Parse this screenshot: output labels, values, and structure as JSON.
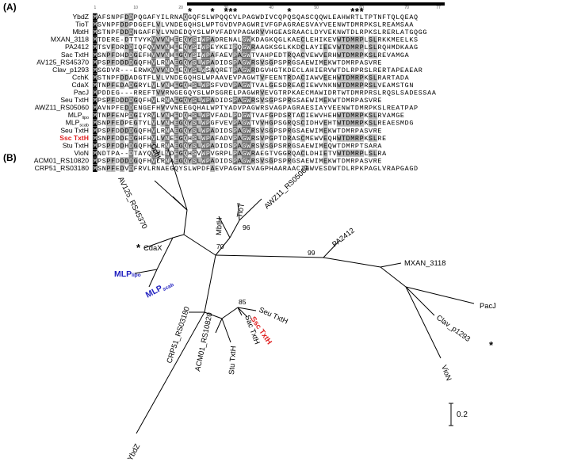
{
  "panel_a": {
    "label": "(A)",
    "ruler": [
      "1",
      "10",
      "20",
      "30",
      "40",
      "50",
      "60",
      "70",
      "77"
    ],
    "stars": [
      "*",
      "*",
      "*",
      "*",
      "*",
      "*",
      "*",
      "*",
      "*"
    ],
    "sequences": [
      {
        "name": "YbdZ",
        "seq": "MAFSNPFDDPQGAFYILRNAQGQFSLWPQQCVLPAGWDIVCQPQSQASCQQWLEAHWRTLTPTNFTQLQEAQ",
        "color": "#000000",
        "sub": ""
      },
      {
        "name": "TioT",
        "seq": "MSVNPFDDPDGEFLVLVNDEGQHSLWPTGVDVPAGWRIVFGPAGRAESVAYVEENWTDMRPKSLREAMSAA",
        "color": "#000000",
        "sub": ""
      },
      {
        "name": "MbtH",
        "seq": "MSTNPFDDDNGAFFVLVNDEDQYSLWPVFADVPAGWRVVHGEASRAACLDYVEKNWTDLRPKSLRERLATGQGG",
        "color": "#000000",
        "sub": ""
      },
      {
        "name": "MXAN_3118",
        "seq": "MTDERE-DTTVYKVVVNHEEQYSIWPADRENALGWKDAGKQGLKAECLEHIKEVWTDMRPLSLRKKMEELKS",
        "color": "#000000",
        "sub": ""
      },
      {
        "name": "PA2412",
        "seq": "MTSVFDRDDIQFQVVVNHEEQYSIWPEYKEIPQGWRAAGKSGLKKDCLAYIEEVWTDMRPLSLRQHMDKAAG",
        "color": "#000000",
        "sub": ""
      },
      {
        "name": "Sac TxtH",
        "seq": "MSNPFDHDDGEFHVVVNHEGQYSIWPAFAEVPAGWTVAHPEDTRQACVEWVERHWTDMRPKSLREVAMGA",
        "color": "#000000",
        "sub": ""
      },
      {
        "name": "AV125_RS45370",
        "seq": "MPSPFDDDDGQFHVLRNAEGQYSLWPADIDSPAGWRSVSGPSPRGSAEWIMEKWTDMRPASVRE",
        "color": "#000000",
        "sub": ""
      },
      {
        "name": "Clav_p1293",
        "seq": "MSGDVR---ERWKVVVNDEEQYSLWSAQRETPAGWRDGVHGTKDECLAHIERVWTDLRPRSLRERTAPEAEAR",
        "color": "#000000",
        "sub": ""
      },
      {
        "name": "CchK",
        "seq": "MSTNPFDDADGTFLVLVNDEGQHSLWPAAVEVPAGWTVFEENTRDACIAWVEEHWTDMRPKSLRARTADA",
        "color": "#000000",
        "sub": ""
      },
      {
        "name": "CdaX",
        "seq": "MTNPFEDADGRYLVLVNHEGQHSLWPSFVDVPAGWTVALGESDREACIEWVNKNWTDMRPRSLVEAMSTGN",
        "color": "#000000",
        "sub": ""
      },
      {
        "name": "PacJ",
        "seq": "MPDDEG---RREFTVVRNGEGQYSLWPSGRELPAGWRVEVGTRPKAECMAWIDRTWTDMRPRSLRQSLSADESSAA",
        "color": "#000000",
        "sub": ""
      },
      {
        "name": "Seu TxtH",
        "seq": "MPSPFDDDDGQFHVLRNAEGQYSLWPADIDSPAGWRSVSGPSPRGSAEWIMEKWTDMRPASVRE",
        "color": "#000000",
        "sub": ""
      },
      {
        "name": "AWZ11_RS05060",
        "seq": "MAVNPFEDDENGEFHVVVNEEGQHALWPTYADVPAGWRSVAGPAGRAESIAYVEENWTDMRPKSLREATPAP",
        "color": "#000000",
        "sub": ""
      },
      {
        "name": "MLP",
        "seq": "MTNPFENPDGIYRVLVNHEDQHSLWPVFADLPDGWTVAFGPDSRTACIEWVHEHWTDMRPKSLRVAMGE",
        "color": "#000000",
        "sub": "lipo"
      },
      {
        "name": "MLP",
        "seq": "MSNPFEDPEGTYLVLVNHEGQYSLWPGFVEVPAGWTVVHGPSGRQSCIDHVEHTWTDMRPKSLREAESMDG",
        "color": "#000000",
        "sub": "scab"
      },
      {
        "name": "Seu TxtH",
        "seq": "MPSPFDDDDGQFHVLRNAEGQYSLWPADIDSPAGWRSVSGPSPRGSAEWIMEKWTDMRPASVRE",
        "color": "#000000",
        "sub": ""
      },
      {
        "name": "Ssc TxtH",
        "seq": "MSNPFDDEDGHFHVLVNEEGQHSLWPAFADVPAGWRSVPGPTDRASCMEWVEQHWTDMRPKSLRE",
        "color": "#e02020",
        "sub": ""
      },
      {
        "name": "Stu TxtH",
        "seq": "MPSPFDDHDGQFHVLRNAEGQYSLWPADIDSPAGWRSVSGPSRRGSAEWIMEQWTDMRPTSARA",
        "color": "#000000",
        "sub": ""
      },
      {
        "name": "VioN",
        "seq": "MNDTPA--DTAYQVVLNDEGQHSVWPVGRPLPAGWRAEGTVGGRQACLDHIETVWTDMRPLSLRA",
        "color": "#000000",
        "sub": ""
      },
      {
        "name": "ACM01_RS10820",
        "seq": "MPSPFDDDDGQFHVLRNAEGQYSLWPADIDSPAGWRSVSGPSPRGSAEWIMEKWTDMRPASVRE",
        "color": "#000000",
        "sub": ""
      },
      {
        "name": "CRP51_RS03180",
        "seq": "MSNPFEDVDFRVLRNAEGQYSLWPDFAEVPAGWTSVAGPHAARAACIEWVESDWTDLRPKPAGLVRAPGAGD",
        "color": "#000000",
        "sub": ""
      }
    ]
  },
  "panel_b": {
    "label": "(B)",
    "leaves": [
      {
        "text": "AV125_RS45370",
        "color": "#000000",
        "sub": ""
      },
      {
        "text": "CchK",
        "color": "#000000",
        "sub": ""
      },
      {
        "text": "CdaX",
        "color": "#000000",
        "sub": ""
      },
      {
        "text": "MLP",
        "color": "#1f1fbf",
        "sub": "lipo"
      },
      {
        "text": "MLP",
        "color": "#1f1fbf",
        "sub": "scab"
      },
      {
        "text": "MbtH",
        "color": "#000000",
        "sub": ""
      },
      {
        "text": "TioT",
        "color": "#000000",
        "sub": ""
      },
      {
        "text": "AWZ11_RS05060",
        "color": "#000000",
        "sub": ""
      },
      {
        "text": "PA2412",
        "color": "#000000",
        "sub": ""
      },
      {
        "text": "MXAN_3118",
        "color": "#000000",
        "sub": ""
      },
      {
        "text": "PacJ",
        "color": "#000000",
        "sub": ""
      },
      {
        "text": "Clav_p1293",
        "color": "#000000",
        "sub": ""
      },
      {
        "text": "VioN",
        "color": "#000000",
        "sub": ""
      },
      {
        "text": "CRP51_RS03180",
        "color": "#000000",
        "sub": ""
      },
      {
        "text": "ACM01_RS10820",
        "color": "#000000",
        "sub": ""
      },
      {
        "text": "Stu TxtH",
        "color": "#000000",
        "sub": ""
      },
      {
        "text": "Sac TxtH",
        "color": "#000000",
        "sub": ""
      },
      {
        "text": "Ssc TxtH",
        "color": "#e02020",
        "sub": ""
      },
      {
        "text": "Seu TxtH",
        "color": "#000000",
        "sub": ""
      },
      {
        "text": "YbdZ",
        "color": "#000000",
        "sub": ""
      }
    ],
    "bootstrap": [
      "70",
      "96",
      "99",
      "85"
    ],
    "markers": [
      "*",
      "*"
    ],
    "scale_label": "0.2"
  },
  "colors": {
    "identity": "#000000",
    "high": "#6e6e6e",
    "mid": "#b9b9b9"
  }
}
